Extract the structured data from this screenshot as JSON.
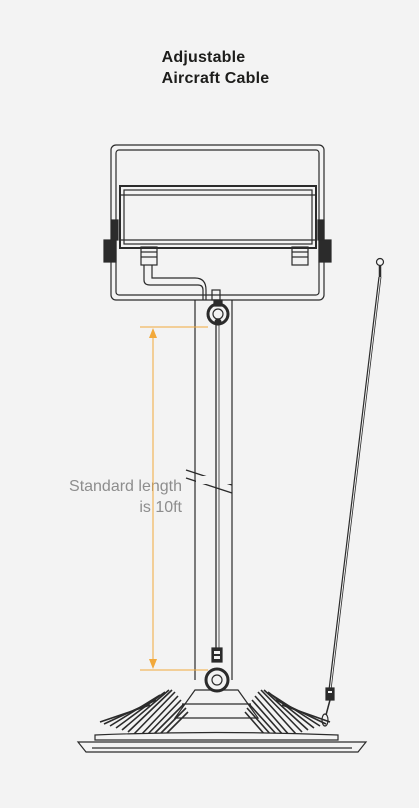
{
  "title": {
    "line1": "Adjustable",
    "line2": "Aircraft Cable"
  },
  "measurement": {
    "line1": "Standard length",
    "line2": "is 10ft"
  },
  "colors": {
    "background": "#f3f3f3",
    "line_art": "#2b2b2b",
    "dimension": "#f2a93b",
    "label_text": "#8d8d8d"
  },
  "icons": [
    "fixture-drawing",
    "aircraft-cable",
    "dimension-arrow",
    "highbay-light"
  ]
}
